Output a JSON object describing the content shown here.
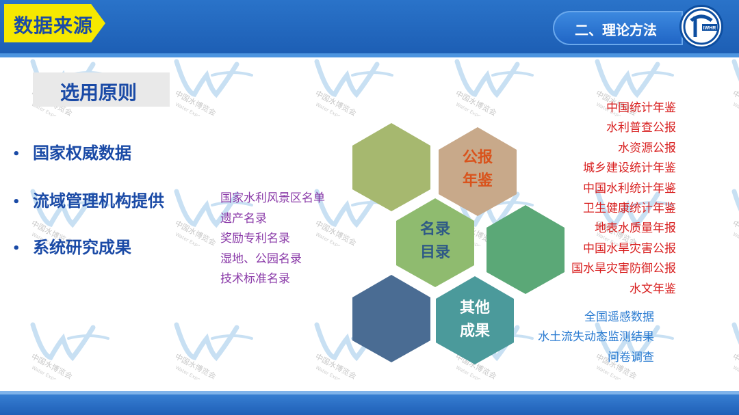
{
  "header": {
    "title": "数据来源",
    "section": "二、理论方法",
    "logo_text": "IWHR"
  },
  "watermark": {
    "text": "中国水博览会",
    "sub": "Water Expo China"
  },
  "subheading": "选用原则",
  "bullets": [
    {
      "glyph": "•",
      "text": "国家权威数据"
    },
    {
      "glyph": "•",
      "text": "流域管理机构提供"
    },
    {
      "glyph": "•",
      "text": "系统研究成果"
    }
  ],
  "hexagons": [
    {
      "label_line1": "公报",
      "label_line2": "年鉴",
      "color": "#c8a98a",
      "label_color": "#d9531c"
    },
    {
      "label_line1": "名录",
      "label_line2": "目录",
      "color": "#8fbb6f",
      "label_color": "#2f5a86"
    },
    {
      "label_line1": "其他",
      "label_line2": "成果",
      "color": "#4b9a9b",
      "label_color": "#ffffff"
    },
    {
      "color": "#a6b86f"
    },
    {
      "color": "#5ba877"
    },
    {
      "color": "#4a6c93"
    }
  ],
  "lists": {
    "purple": [
      "国家水利风景区名单",
      "遗产名录",
      "奖励专利名录",
      "湿地、公园名录",
      "技术标准名录"
    ],
    "red": [
      "中国统计年鉴",
      "水利普查公报",
      "水资源公报",
      "城乡建设统计年鉴",
      "中国水利统计年鉴",
      "卫生健康统计年鉴",
      "地表水质量年报",
      "中国水旱灾害公报",
      "国水旱灾害防御公报",
      "水文年鉴"
    ],
    "blue": [
      "全国遥感数据",
      "水土流失动态监测结果",
      "问卷调查"
    ]
  },
  "colors": {
    "header_blue": "#1c5db3",
    "title_yellow": "#f6e800",
    "heading_blue": "#1a4aa6",
    "purple_text": "#8a3aa8",
    "red_text": "#d81e1e",
    "blue_text": "#2a7bd1"
  },
  "icons": {
    "logo": "iwhr-logo-icon",
    "watermark": "water-expo-logo-icon"
  }
}
